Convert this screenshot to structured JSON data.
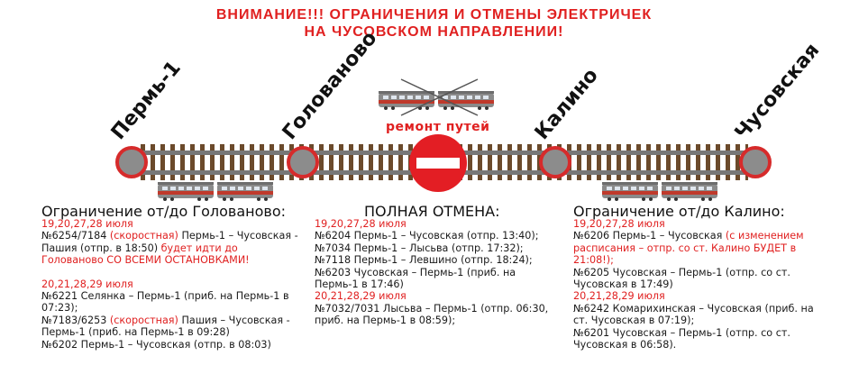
{
  "header": {
    "line1": "ВНИМАНИЕ!!! ОГРАНИЧЕНИЯ И ОТМЕНЫ ЭЛЕКТРИЧЕК",
    "line2": "НА ЧУСОВСКОМ НАПРАВЛЕНИИ!"
  },
  "stations": [
    "Пермь-1",
    "Голованово",
    "Калино",
    "Чусовская"
  ],
  "repair_label": "ремонт путей",
  "colors": {
    "accent": "#e02020",
    "rail": "#777777",
    "sleeper": "#6b4a2b",
    "train": "#8a8a8a"
  },
  "icons": [
    "train-icon",
    "no-entry-sign-icon",
    "station-circle-icon"
  ],
  "left": {
    "heading": "Ограничение от/до Голованово:",
    "date1": "19,20,27,28 июля",
    "t1_num": "№6254/7184 ",
    "t1_tag": "(скоростная)",
    "t1_text": " Пермь-1 – Чусовская - Пашия (отпр. в 18:50) ",
    "t1_note": "будет идти до Голованово СО ВСЕМИ ОСТАНОВКАМИ!",
    "date2": "20,21,28,29 июля",
    "t2": "№6221 Селянка – Пермь-1 (приб. на Пермь-1 в 07:23);",
    "t3_num": "№7183/6253 ",
    "t3_tag": "(скоростная)",
    "t3_text": " Пашия – Чусовская - Пермь-1 (приб. на Пермь-1 в 09:28)",
    "t4": "№6202 Пермь-1 – Чусовская (отпр. в 08:03)"
  },
  "middle": {
    "heading": "ПОЛНАЯ ОТМЕНА:",
    "date1": "19,20,27,28 июля",
    "t1": "№6204 Пермь-1 – Чусовская (отпр. 13:40);",
    "t2": "№7034 Пермь-1 – Лысьва (отпр. 17:32);",
    "t3": "№7118 Пермь-1 – Левшино (отпр. 18:24);",
    "t4": "№6203 Чусовская – Пермь-1 (приб. на Пермь-1 в 17:46)",
    "date2": "20,21,28,29 июля",
    "t5": "№7032/7031 Лысьва – Пермь-1 (отпр. 06:30, приб. на Пермь-1 в 08:59);"
  },
  "right": {
    "heading": "Ограничение от/до Калино:",
    "date1": "19,20,27,28 июля",
    "t1_text": "№6206 Пермь-1 – Чусовская ",
    "t1_note": "(с изменением расписания – отпр. со ст. Калино БУДЕТ в 21:08!);",
    "t2": "№6205 Чусовская – Пермь-1 (отпр. со ст. Чусовская в 17:49)",
    "date2": "20,21,28,29 июля",
    "t3": "№6242 Комарихинская – Чусовская (приб. на ст.  Чусовская в 07:19);",
    "t4": "№6201 Чусовская – Пермь-1 (отпр. со ст. Чусовская в 06:58)."
  }
}
